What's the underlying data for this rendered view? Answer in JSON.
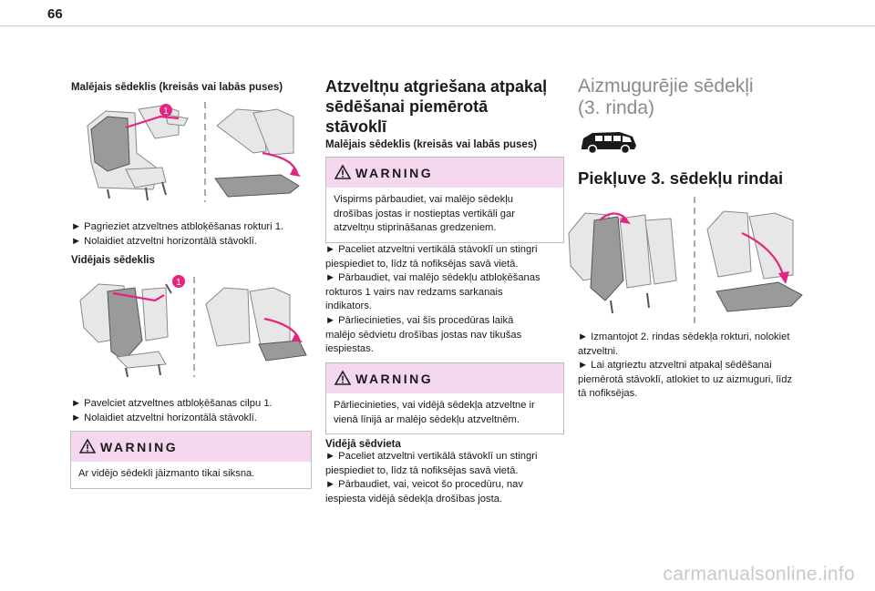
{
  "page_number": "66",
  "left": {
    "heading": "Malējais sēdeklis (kreisās vai labās puses)",
    "steps1": [
      "► Pagrieziet atzveltnes atbloķēšanas rokturi 1.",
      "► Nolaidiet atzveltni horizontālā stāvoklī."
    ],
    "middle_heading": "Vidējais sēdeklis",
    "steps2": [
      "► Pavelciet atzveltnes atbloķēšanas cilpu 1.",
      "► Nolaidiet atzveltni horizontālā stāvoklī."
    ],
    "warning_title": "WARNING",
    "warning_text": "Ar vidējo sēdekli jāizmanto tikai siksna.",
    "callout": "1"
  },
  "center": {
    "title_lines": [
      "Atzveltņu atgriešana atpakaļ",
      "sēdēšanai piemērotā",
      "stāvoklī"
    ],
    "heading": "Malējais sēdeklis (kreisās vai labās puses)",
    "warning1_title": "WARNING",
    "warning1_lines": [
      "Vispirms pārbaudiet, vai malējo sēdekļu",
      "drošības jostas ir nostieptas vertikāli gar",
      "atzveltņu stiprināšanas gredzeniem."
    ],
    "steps_lines": [
      "► Paceliet atzveltni vertikālā stāvoklī un stingri",
      "piespiediet to, līdz tā nofiksējas savā vietā.",
      "► Pārbaudiet, vai malējo sēdekļu atbloķēšanas",
      "rokturos 1 vairs nav redzams sarkanais",
      "indikators.",
      "► Pārliecinieties, vai šīs procedūras laikā",
      "malējo sēdvietu drošības jostas nav tikušas",
      "iespiestas."
    ],
    "warning2_title": "WARNING",
    "warning2_lines": [
      "Pārliecinieties, vai vidējā sēdekļa atzveltne ir",
      "vienā līnijā ar malējo sēdekļu atzveltnēm."
    ],
    "bench_heading": "Vidējā sēdvieta",
    "bench_lines": [
      "► Paceliet atzveltni vertikālā stāvoklī un stingri",
      "piespiediet to, līdz tā nofiksējas savā vietā.",
      "► Pārbaudiet, vai, veicot šo procedūru, nav",
      "iespiesta vidējā sēdekļa drošības josta."
    ]
  },
  "right": {
    "title_lines": [
      "Aizmugurējie sēdekļi",
      "(3. rinda)"
    ],
    "access_heading": "Piekļuve 3. sēdekļu rindai",
    "steps_lines": [
      "► Izmantojot 2. rindas sēdekļa rokturi, nolokiet",
      "atzveltni.",
      "► Lai atgrieztu atzveltni atpakaļ sēdēšanai",
      "piemērotā stāvoklī, atlokiet to uz aizmuguri, līdz",
      "tā nofiksējas."
    ]
  },
  "watermark": "carmanualsonline.info",
  "colors": {
    "accent": "#e5247f",
    "warning_bar": "#f6d7f0",
    "title_grey": "#8a8a8a"
  }
}
